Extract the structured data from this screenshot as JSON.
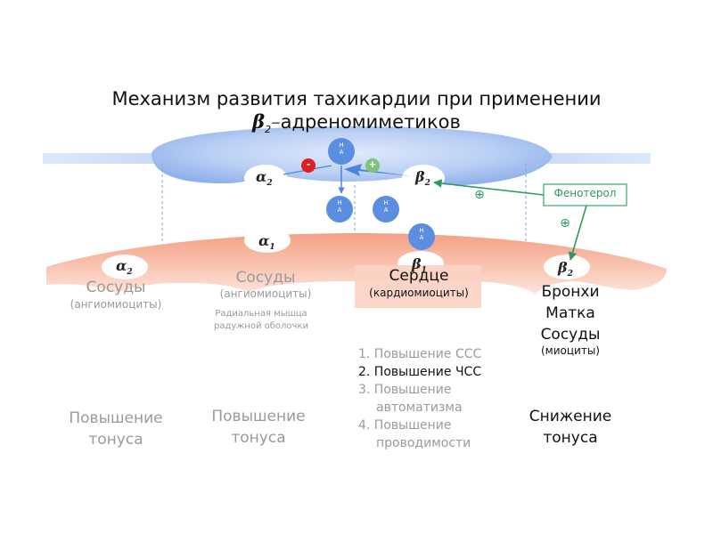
{
  "title": {
    "line1": "Механизм развития тахикардии при применении",
    "line2_beta": "β",
    "line2_sub": "2",
    "line2_rest": "адреномиметиков"
  },
  "neuron": {
    "vesicle_label": "Н\nА",
    "minus_sign": "-",
    "plus_sign": "+"
  },
  "drug": {
    "label": "Фенотерол",
    "plus_top": "⊕",
    "plus_bottom": "⊕"
  },
  "receptors": {
    "pre_alpha2": {
      "sym": "α",
      "sub": "2"
    },
    "pre_beta2": {
      "sym": "β",
      "sub": "2"
    },
    "post_alpha1": {
      "sym": "α",
      "sub": "1"
    },
    "post_alpha2": {
      "sym": "α",
      "sub": "2"
    },
    "post_beta1": {
      "sym": "β",
      "sub": "1"
    },
    "post_beta2": {
      "sym": "β",
      "sub": "2"
    }
  },
  "columns": {
    "col1": {
      "organ": "Сосуды",
      "cells": "(ангиомиоциты)",
      "effect": "Повышение\nтонуса"
    },
    "col2": {
      "organ": "Сосуды",
      "cells": "(ангиомиоциты)",
      "note": "Радиальная мышца\nрадужной оболочки",
      "effect": "Повышение\nтонуса"
    },
    "col3": {
      "organ": "Сердце",
      "cells": "(кардиомиоциты)",
      "effects": [
        "1. Повышение ССС",
        "2. Повышение ЧСС",
        "3. Повышение",
        "автоматизма",
        "4. Повышение",
        "проводимости"
      ]
    },
    "col4": {
      "organ_lines": [
        "Бронхи",
        "Матка",
        "Сосуды"
      ],
      "cells": "(миоциты)",
      "effect": "Снижение\nтонуса"
    }
  },
  "colors": {
    "neuron_blue": "#a9c4f1",
    "neuron_light": "#e7eefb",
    "tissue_salmon": "#f6a98d",
    "vesicle_blue": "#5b8ee0",
    "drug_green": "#3aa56a",
    "minus_red": "#e02020",
    "plus_green": "#7cc47a",
    "arrow_blue": "#4d86d8"
  }
}
